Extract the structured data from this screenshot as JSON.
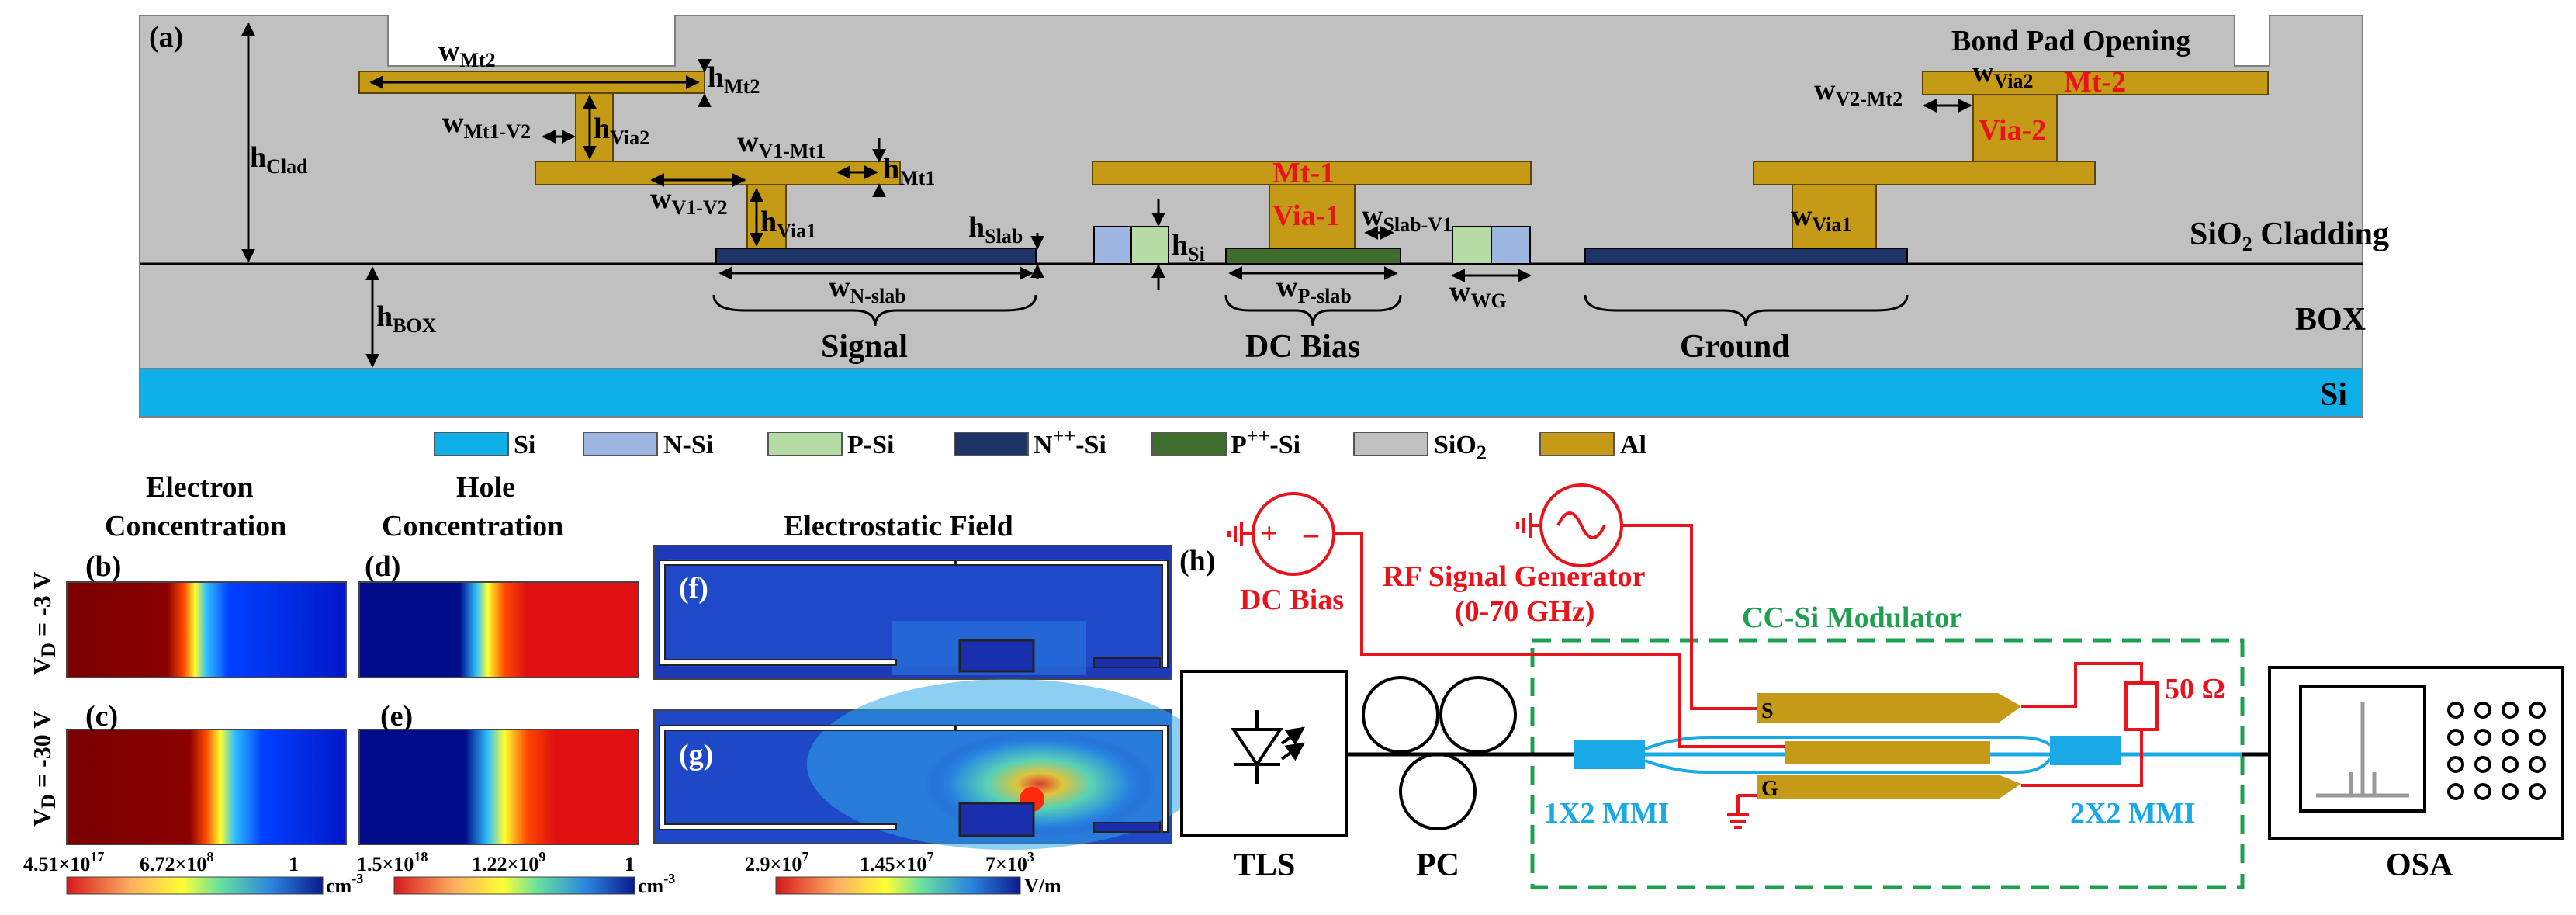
{
  "colors": {
    "si_substrate": "#0fb0ea",
    "n_si": "#9db5e1",
    "p_si": "#b7dba4",
    "npp_si": "#1e3366",
    "ppp_si": "#3d6c2d",
    "sio2": "#c0c0c0",
    "al": "#c59a16",
    "red": "#e8131b",
    "green_box": "#1fa050",
    "waveguide": "#19a9e6"
  },
  "panel_a": {
    "tag": "(a)",
    "labels": {
      "w": "w",
      "h": "h",
      "mt2": "Mt2",
      "mt1_v2": "Mt1-V2",
      "via2": "Via2",
      "v1_mt1": "V1-Mt1",
      "mt1": "Mt1",
      "v1_v2": "V1-V2",
      "via1": "Via1",
      "slab": "Slab",
      "si": "Si",
      "n_slab": "N-slab",
      "p_slab": "P-slab",
      "slab_v1": "Slab-V1",
      "wg": "WG",
      "clad": "Clad",
      "box_sub": "BOX",
      "v2_mt2": "V2-Mt2"
    },
    "bond_pad": "Bond Pad Opening",
    "mt1_label": "Mt-1",
    "via1_label": "Via-1",
    "mt2_label": "Mt-2",
    "via2_label": "Via-2",
    "cladding_main": "SiO",
    "cladding_sub": "2",
    "cladding_rest": " Cladding",
    "box": "BOX",
    "si": "Si",
    "signal": "Signal",
    "dc_bias": "DC Bias",
    "ground": "Ground"
  },
  "legend": [
    {
      "label": "Si",
      "color": "#0fb0ea"
    },
    {
      "label": "N-Si",
      "color": "#9db5e1"
    },
    {
      "label": "P-Si",
      "color": "#b7dba4"
    },
    {
      "label": "N",
      "sup": "++",
      "rest": "-Si",
      "color": "#1e3366"
    },
    {
      "label": "P",
      "sup": "++",
      "rest": "-Si",
      "color": "#3d6c2d"
    },
    {
      "label": "SiO",
      "sub": "2",
      "color": "#c0c0c0"
    },
    {
      "label": "Al",
      "color": "#c59a16"
    }
  ],
  "panel_sim": {
    "electron_title_1": "Electron",
    "electron_title_2": "Concentration",
    "hole_title_1": "Hole",
    "hole_title_2": "Concentration",
    "field_title": "Electrostatic Field",
    "tag_b": "(b)",
    "tag_c": "(c)",
    "tag_d": "(d)",
    "tag_e": "(e)",
    "tag_f": "(f)",
    "tag_g": "(g)",
    "vd_top": "V",
    "vd_sub": "D",
    "vd_top_val": " = -3 V",
    "vd_bot_val": " = -30 V",
    "cb_electron": [
      "4.51×10",
      "17",
      "6.72×10",
      "8",
      "1",
      "cm",
      "-3"
    ],
    "cb_hole": [
      "1.5×10",
      "18",
      "1.22×10",
      "9",
      "1",
      "cm",
      "-3"
    ],
    "cb_field": [
      "2.9×10",
      "7",
      "1.45×10",
      "7",
      "7×10",
      "3",
      "V/m"
    ]
  },
  "panel_h": {
    "tag": "(h)",
    "dc_bias": "DC Bias",
    "rf_gen_1": "RF Signal Generator",
    "rf_gen_2": "(0-70 GHz)",
    "modulator": "CC-Si Modulator",
    "plus": "+",
    "minus": "–",
    "s": "S",
    "g": "G",
    "ohm": "50 Ω",
    "mmi1": "1X2 MMI",
    "mmi2": "2X2 MMI",
    "tls": "TLS",
    "pc": "PC",
    "osa": "OSA"
  }
}
